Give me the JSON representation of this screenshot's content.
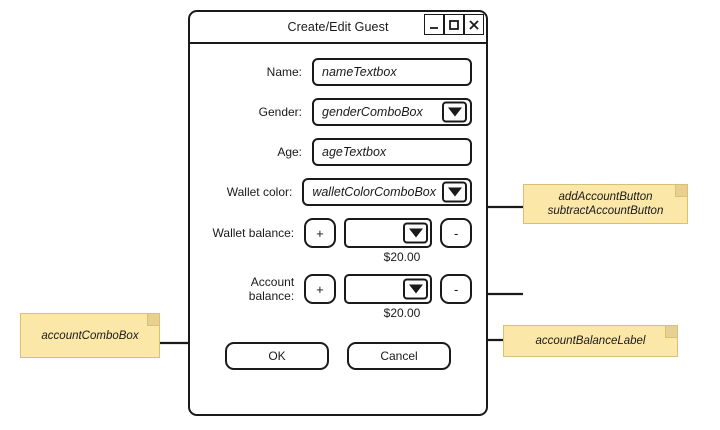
{
  "dialog": {
    "title": "Create/Edit Guest",
    "window_controls": [
      {
        "name": "minimize",
        "glyph": "minimize-icon"
      },
      {
        "name": "maximize",
        "glyph": "maximize-icon"
      },
      {
        "name": "close",
        "glyph": "close-icon"
      }
    ],
    "fields": [
      {
        "label": "Name:",
        "value": "nameTextbox",
        "type": "textbox"
      },
      {
        "label": "Gender:",
        "value": "genderComboBox",
        "type": "combobox"
      },
      {
        "label": "Age:",
        "value": "ageTextbox",
        "type": "textbox"
      },
      {
        "label": "Wallet color:",
        "value": "walletColorComboBox",
        "type": "combobox"
      }
    ],
    "balances": [
      {
        "label": "Wallet balance:",
        "add_label": "+",
        "subtract_label": "-",
        "combo_value": "",
        "amount": "$20.00"
      },
      {
        "label": "Account balance:",
        "add_label": "+",
        "subtract_label": "-",
        "combo_value": "",
        "amount": "$20.00"
      }
    ],
    "buttons": {
      "ok": "OK",
      "cancel": "Cancel"
    }
  },
  "annotations": [
    {
      "id": "note-add",
      "line1": "addAccountButton",
      "line2": "subtractAccountButton"
    },
    {
      "id": "note-combo",
      "line1": "accountComboBox",
      "line2": ""
    },
    {
      "id": "note-balance",
      "line1": "accountBalanceLabel",
      "line2": ""
    }
  ],
  "colors": {
    "note_fill": "#fbe7a7",
    "note_border": "#d9c171",
    "stroke": "#1a1a1a",
    "background": "#ffffff"
  }
}
